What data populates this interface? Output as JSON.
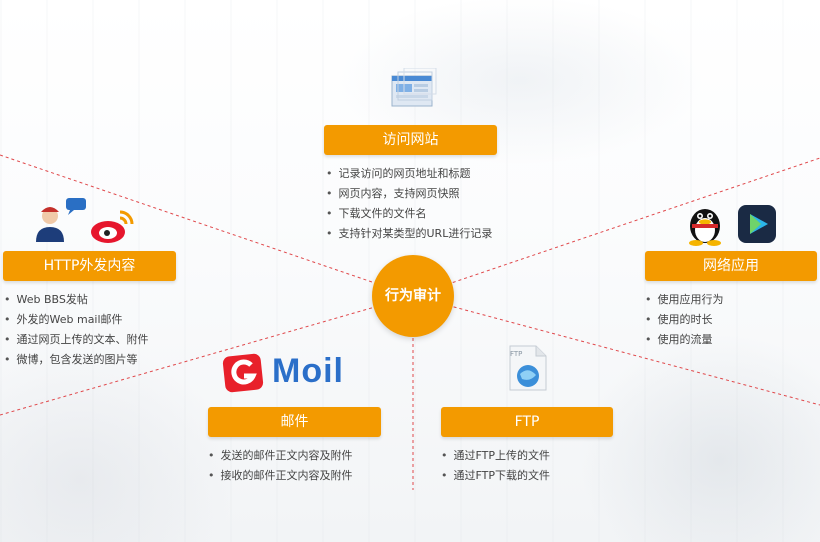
{
  "center": {
    "label": "行为审计"
  },
  "nodes": {
    "visit": {
      "title": "访问网站",
      "items": [
        "记录访问的网页地址和标题",
        "网页内容，支持网页快照",
        "下载文件的文件名",
        "支持针对某类型的URL进行记录"
      ]
    },
    "http": {
      "title": "HTTP外发内容",
      "items": [
        "Web BBS发帖",
        "外发的Web mail邮件",
        "通过网页上传的文本、附件",
        "微博，包含发送的图片等"
      ]
    },
    "netapp": {
      "title": "网络应用",
      "items": [
        "使用应用行为",
        "使用的时长",
        "使用的流量"
      ]
    },
    "mail": {
      "title": "邮件",
      "items": [
        "发送的邮件正文内容及附件",
        "接收的邮件正文内容及附件"
      ],
      "logo_text": "Moil"
    },
    "ftp": {
      "title": "FTP",
      "items": [
        "通过FTP上传的文件",
        "通过FTP下载的文件"
      ],
      "icon_label": "FTP"
    }
  },
  "colors": {
    "accent": "#f39a00",
    "line": "#e0484b"
  },
  "icons": [
    "browser-window-icon",
    "user-chat-icon",
    "weibo-icon",
    "qq-penguin-icon",
    "video-play-icon",
    "mail-logo-icon",
    "ftp-file-icon"
  ]
}
